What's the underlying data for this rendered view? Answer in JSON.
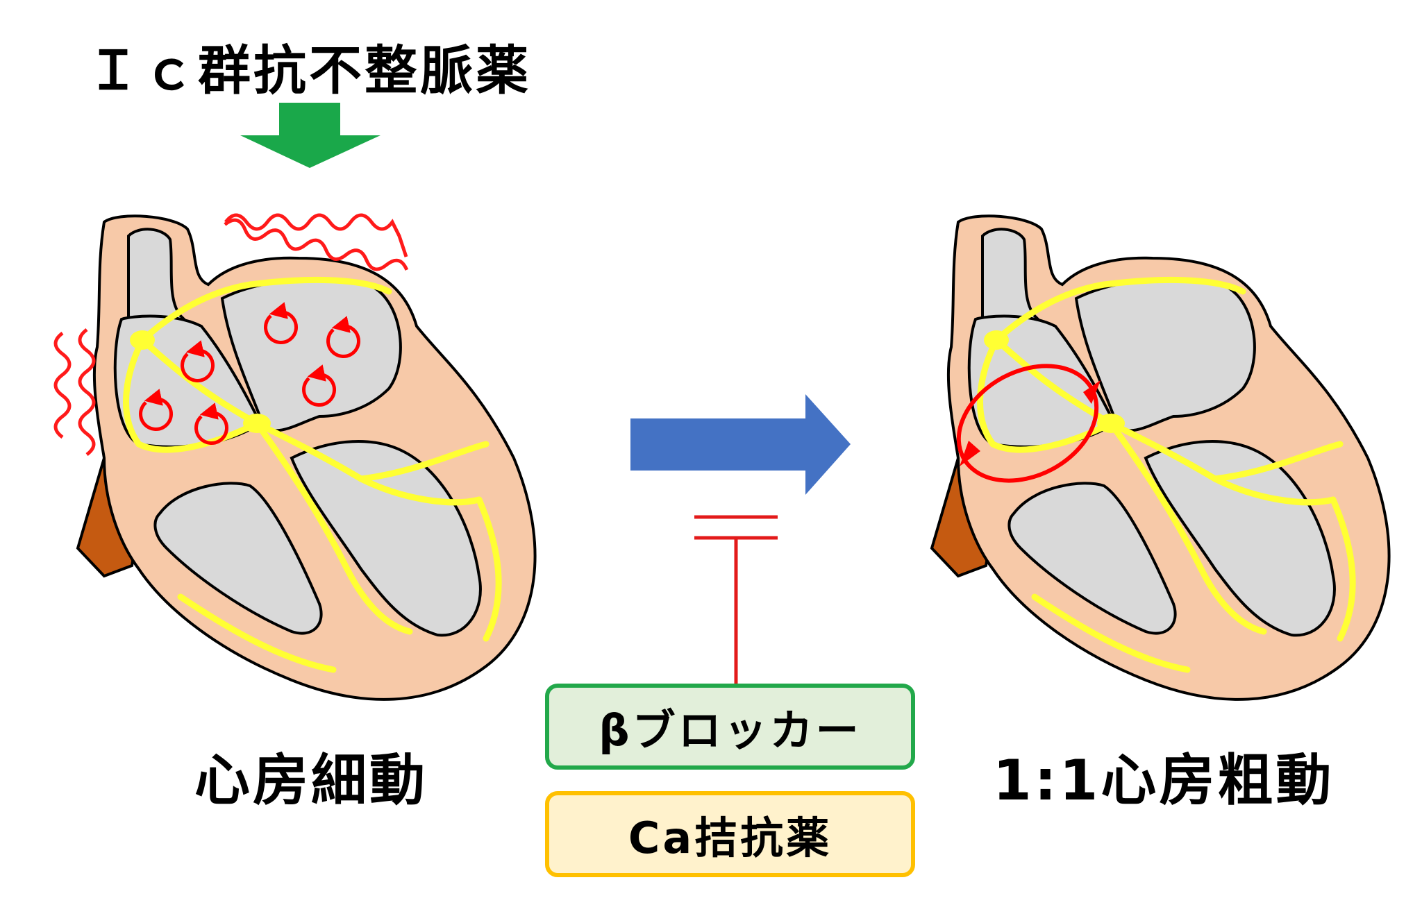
{
  "labels": {
    "drug_title": "Ｉｃ群抗不整脈薬",
    "left_heart": "心房細動",
    "right_heart": "1:1心房粗動",
    "box_beta": "βブロッカー",
    "box_ca": "Ca拮抗薬"
  },
  "colors": {
    "heart_wall": "#f7c9a8",
    "chamber": "#d9d9d9",
    "conduction": "#ffff33",
    "vessel": "#c55a11",
    "down_arrow": "#1aa84a",
    "right_arrow": "#4472c4",
    "inhibit_line": "#e31a1a",
    "beta_border": "#22a84a",
    "beta_fill": "#e2efda",
    "ca_border": "#ffc000",
    "ca_fill": "#fff2cc",
    "reentry": "#ff0000"
  },
  "icons": {
    "down_arrow": "green-down-arrow-icon",
    "right_arrow": "blue-right-arrow-icon",
    "inhibit": "inhibition-symbol-icon"
  }
}
